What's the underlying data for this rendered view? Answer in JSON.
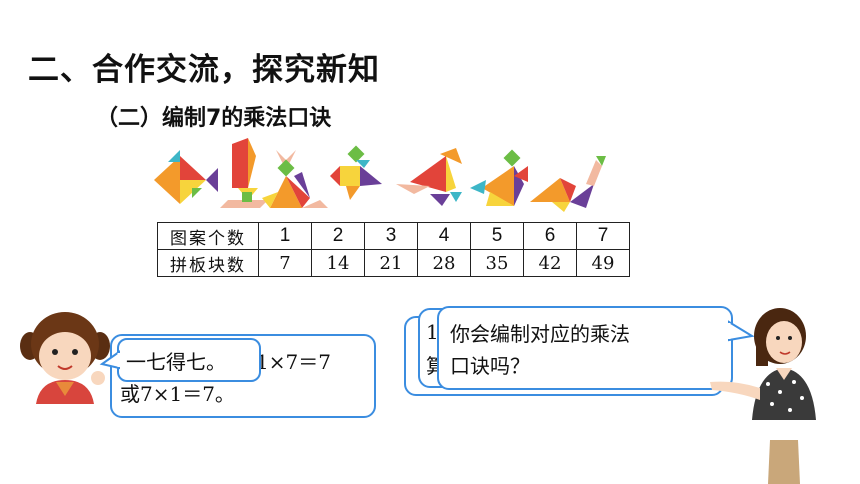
{
  "heading": "二、合作交流，探究新知",
  "subheading": "（二）编制7的乘法口诀",
  "table": {
    "rows": [
      {
        "label": "图案个数",
        "values": [
          "1",
          "2",
          "3",
          "4",
          "5",
          "6",
          "7"
        ]
      },
      {
        "label": "拼板块数",
        "values": [
          "7",
          "14",
          "21",
          "28",
          "35",
          "42",
          "49"
        ]
      }
    ]
  },
  "left_bubble": {
    "front_text": "一七得七。",
    "back_line1": "1×7＝7",
    "back_line2": "或7×1＝7。"
  },
  "right_bubble": {
    "back_text_1": "1",
    "back_text_2": "算",
    "front_line1": "你会编制对应的乘法",
    "front_line2": "口诀吗？"
  },
  "colors": {
    "bubble_border": "#3b8de0",
    "red": "#e2443a",
    "orange": "#f39a2b",
    "yellow": "#f7d43c",
    "green": "#6cbd45",
    "purple": "#6a3f98",
    "teal": "#3db6c7",
    "peach": "#f2b9a0"
  }
}
